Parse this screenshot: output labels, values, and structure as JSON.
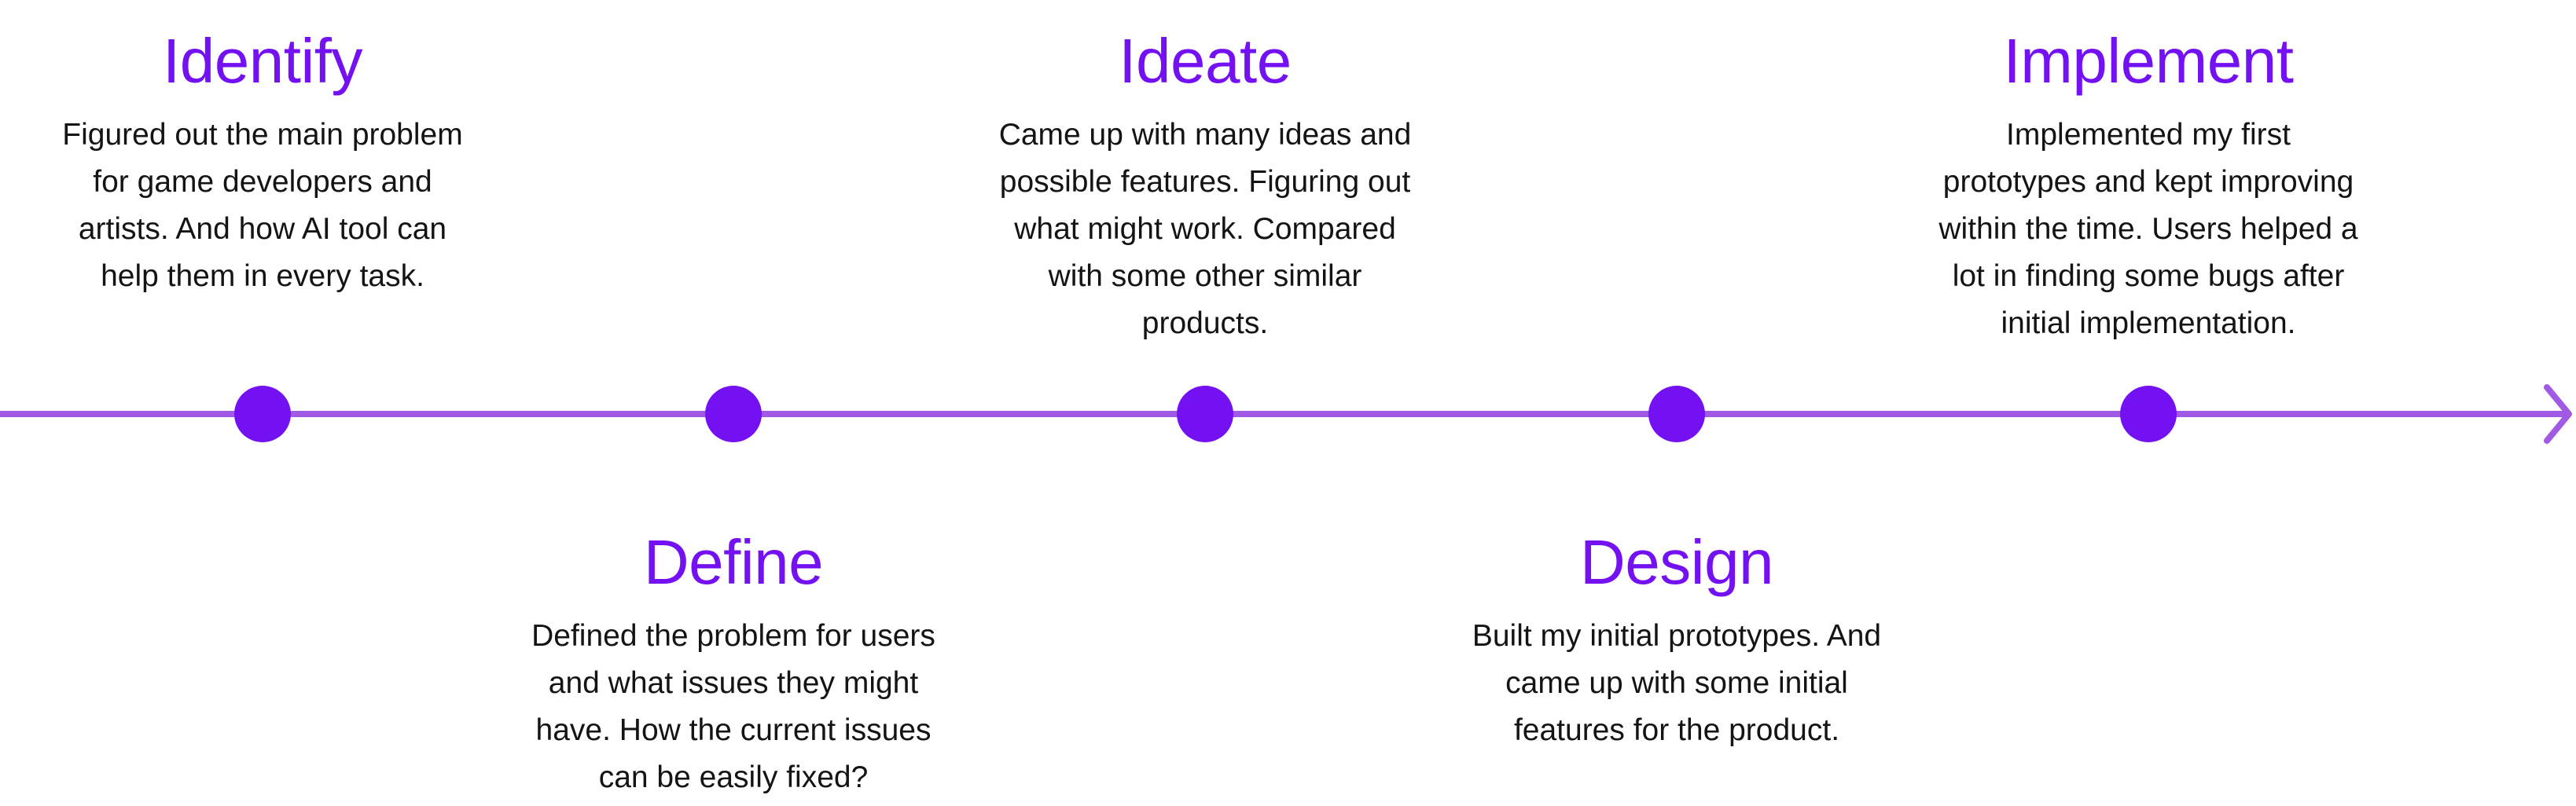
{
  "colors": {
    "line": "#a15ae4",
    "dot": "#7311f2",
    "title": "#7311f2",
    "text": "#141414"
  },
  "stages": [
    {
      "title": "Identify",
      "position": "top",
      "lines": [
        "Figured out the main problem",
        "for game developers and",
        "artists. And how AI tool can",
        "help them in every task."
      ]
    },
    {
      "title": "Define",
      "position": "bottom",
      "lines": [
        "Defined the problem for users",
        "and what issues they might",
        "have. How the current issues",
        "can be easily fixed?"
      ]
    },
    {
      "title": "Ideate",
      "position": "top",
      "lines": [
        "Came up with many ideas and",
        "possible features. Figuring out",
        "what might work. Compared",
        "with some other similar",
        "products."
      ]
    },
    {
      "title": "Design",
      "position": "bottom",
      "lines": [
        "Built my initial prototypes. And",
        "came up with some initial",
        "features for the product."
      ]
    },
    {
      "title": "Implement",
      "position": "top",
      "lines": [
        "Implemented my first",
        "prototypes and kept improving",
        "within the time. Users helped a",
        "lot in finding some bugs after",
        "initial implementation."
      ]
    }
  ]
}
